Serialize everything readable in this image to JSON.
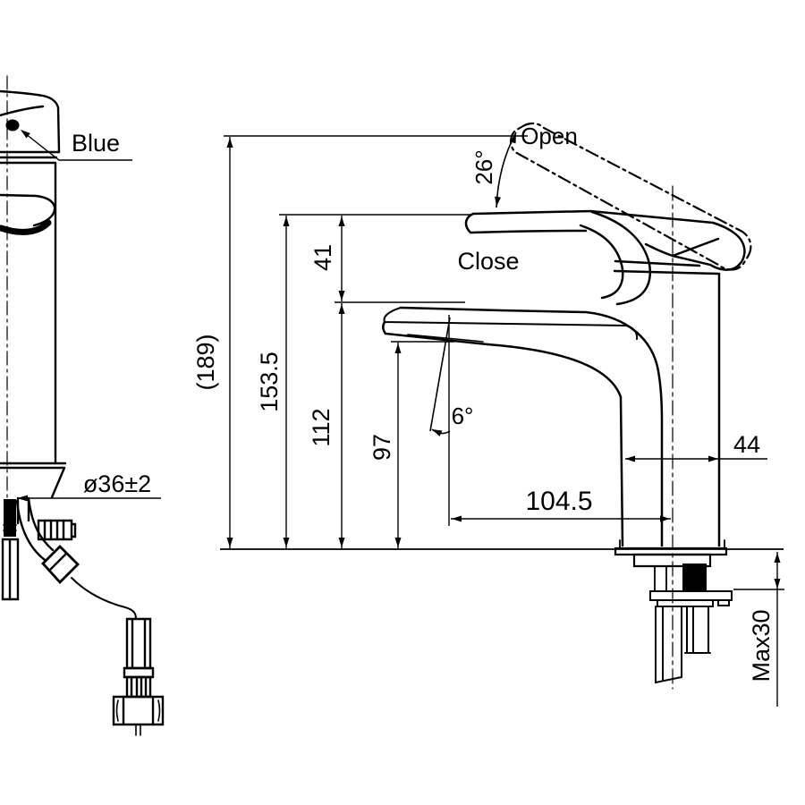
{
  "drawing": {
    "type": "technical-dimension-drawing",
    "subject": "single-lever basin mixer faucet, front view and side view",
    "labels": {
      "blue": "Blue",
      "open": "Open",
      "close": "Close",
      "open_angle": "26°",
      "aerator_angle": "6°",
      "spout_diameter": "ø36±2",
      "max_deck_thickness": "Max30"
    },
    "dimensions": {
      "overall_height_open": "(189)",
      "height_to_lever_top": "153.5",
      "lever_zone_height": "41",
      "body_top_height": "112",
      "outlet_height": "97",
      "outlet_to_center": "104.5",
      "body_depth": "44"
    },
    "line_color": "#000000",
    "background": "#ffffff"
  }
}
